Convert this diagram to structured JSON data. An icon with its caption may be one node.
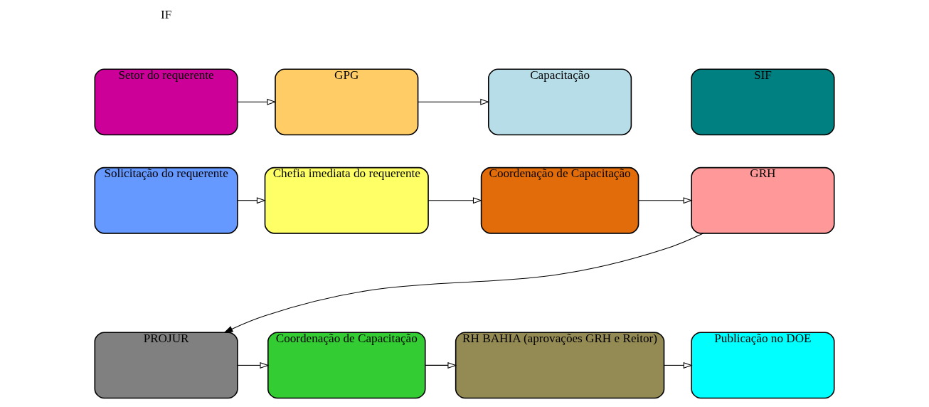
{
  "diagram": {
    "nodes": [
      {
        "text": [
          "Solicitação do requerente"
        ]
      },
      {
        "text": [
          "Chefia imediata do requerente"
        ]
      },
      {
        "text": [
          "Coordenação de Capacitação"
        ]
      },
      {
        "text": [
          "GRH"
        ]
      },
      {
        "text": [
          "PROJUR"
        ]
      },
      {
        "text": [
          "Coordenação de Capacitação"
        ]
      },
      {
        "text": [
          "RH BAHIA (aprovações GRH e Reitor)"
        ]
      },
      {
        "text": [
          "Publicação no DOE"
        ]
      },
      {
        "text": [
          "Setor do requerente"
        ]
      },
      {
        "text": [
          "GPG"
        ]
      },
      {
        "text": [
          "Capacitação"
        ]
      },
      {
        "text": [
          "SIF"
        ]
      }
    ],
    "edges": [
      {
        "from": 0,
        "to": 1,
        "arrow": "to"
      },
      {
        "from": 1,
        "to": 2,
        "arrow": "to"
      },
      {
        "from": 2,
        "to": 3,
        "arrow": "to"
      },
      {
        "from": 3,
        "to": 4,
        "arrow": "to"
      },
      {
        "from": 4,
        "to": 5,
        "arrow": "to"
      },
      {
        "from": 5,
        "to": 6,
        "arrow": "to"
      },
      {
        "from": 6,
        "to": 7,
        "arrow": "to"
      },
      {
        "from": 8,
        "to": 9,
        "arrow": "to"
      },
      {
        "from": 9,
        "to": 10,
        "arrow": "to"
      }
    ],
    "labels": [
      "IF"
    ]
  }
}
